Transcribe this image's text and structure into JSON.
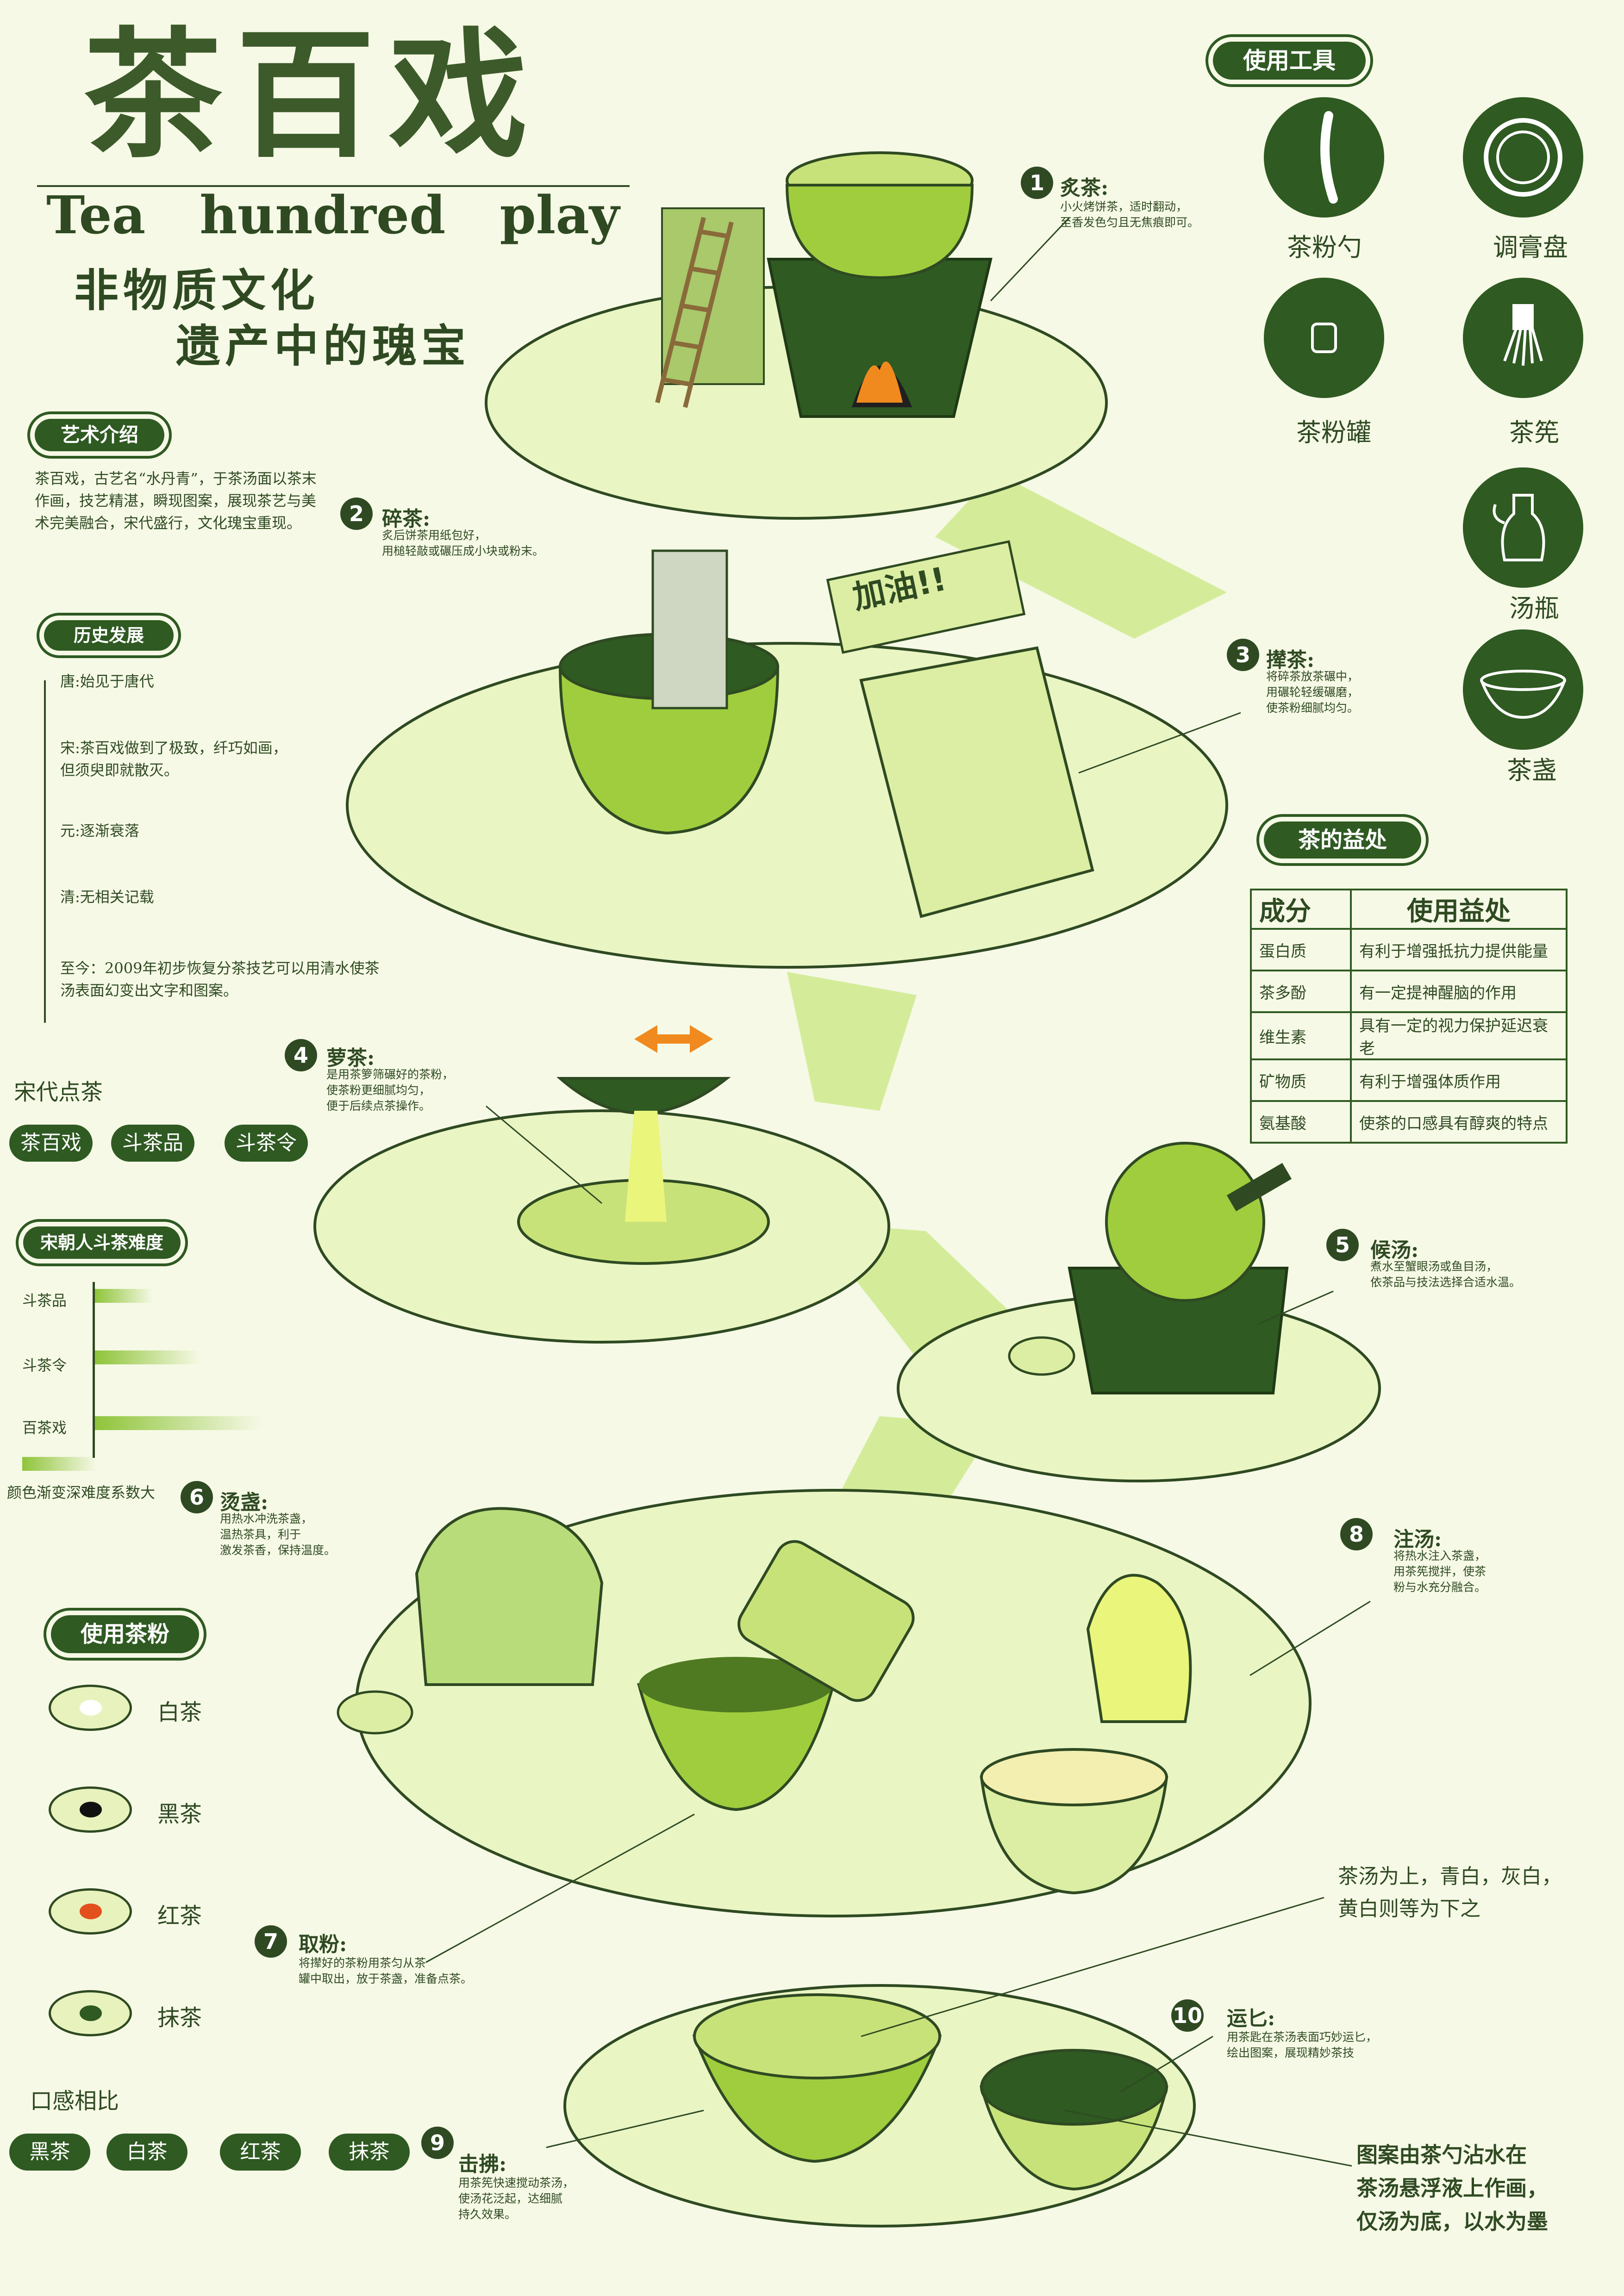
{
  "title": "茶百戏",
  "subtitle_en": "Tea   hundred   play",
  "tagline1": "非物质文化",
  "tagline2": "遗产中的瑰宝",
  "art_intro": {
    "label": "艺术介绍",
    "text": "茶百戏，古艺名“水丹青”，于茶汤面以茶末作画，技艺精湛，瞬现图案，展现茶艺与美术完美融合，宋代盛行，文化瑰宝重现。"
  },
  "history": {
    "label": "历史发展",
    "items": [
      "唐:始见于唐代",
      "宋:茶百戏做到了极致，纤巧如画，但须臾即就散灭。",
      "元:逐渐衰落",
      "清:无相关记载",
      "至今：2009年初步恢复分茶技艺可以用清水使茶汤表面幻变出文字和图案。"
    ]
  },
  "song_tea": {
    "label": "宋代点茶",
    "chips": [
      "茶百戏",
      "斗茶品",
      "斗茶令"
    ]
  },
  "difficulty": {
    "label": "宋朝人斗茶难度",
    "rows": [
      {
        "name": "斗茶品",
        "level": 0.33
      },
      {
        "name": "斗茶令",
        "level": 0.6
      },
      {
        "name": "百茶戏",
        "level": 0.95
      }
    ],
    "note": "颜色渐变深难度系数大"
  },
  "powder": {
    "label": "使用茶粉",
    "items": [
      {
        "name": "白茶",
        "color": "#ffffff"
      },
      {
        "name": "黑茶",
        "color": "#111111"
      },
      {
        "name": "红茶",
        "color": "#e2501e"
      },
      {
        "name": "抹茶",
        "color": "#2f5a22"
      }
    ]
  },
  "taste": {
    "label": "口感相比",
    "chips": [
      "黑茶",
      "白茶",
      "红茶",
      "抹茶"
    ]
  },
  "tools": {
    "label": "使用工具",
    "items": [
      "茶粉勺",
      "调膏盘",
      "茶粉罐",
      "茶筅",
      "汤瓶",
      "茶盏"
    ]
  },
  "benefits": {
    "label": "茶的益处",
    "head": [
      "成分",
      "使用益处"
    ],
    "rows": [
      [
        "蛋白质",
        "有利于增强抵抗力提供能量"
      ],
      [
        "茶多酚",
        "有一定提神醒脑的作用"
      ],
      [
        "维生素",
        "具有一定的视力保护延迟衰老"
      ],
      [
        "矿物质",
        "有利于增强体质作用"
      ],
      [
        "氨基酸",
        "使茶的口感具有醇爽的特点"
      ]
    ]
  },
  "steps": [
    {
      "n": "1",
      "title": "炙茶:",
      "desc": "小火烤饼茶，适时翻动，\n至香发色匀且无焦痕即可。"
    },
    {
      "n": "2",
      "title": "碎茶:",
      "desc": "炙后饼茶用纸包好，\n用槌轻敲或碾压成小块或粉末。"
    },
    {
      "n": "3",
      "title": "撵茶:",
      "desc": "将碎茶放茶碾中，\n用碾轮轻缓碾磨，\n使茶粉细腻均匀。"
    },
    {
      "n": "4",
      "title": "萝茶:",
      "desc": "是用茶箩筛碾好的茶粉，\n使茶粉更细腻均匀，\n便于后续点茶操作。"
    },
    {
      "n": "5",
      "title": "候汤:",
      "desc": "煮水至蟹眼汤或鱼目汤，\n依茶品与技法选择合适水温。"
    },
    {
      "n": "6",
      "title": "烫盏:",
      "desc": "用热水冲洗茶盏，\n温热茶具，利于\n激发茶香，保持温度。"
    },
    {
      "n": "7",
      "title": "取粉:",
      "desc": "将撵好的茶粉用茶匀从茶\n罐中取出，放于茶盏，准备点茶。"
    },
    {
      "n": "8",
      "title": "注汤:",
      "desc": "将热水注入茶盏，\n用茶筅搅拌，使茶\n粉与水充分融合。"
    },
    {
      "n": "9",
      "title": "击拂:",
      "desc": "用茶筅快速搅动茶汤，\n使汤花泛起，达细腻\n持久效果。"
    },
    {
      "n": "10",
      "title": "运匕:",
      "desc": "用茶匙在茶汤表面巧妙运匕，\n绘出图案，展现精妙茶技"
    }
  ],
  "banner": "加油!!",
  "note_soup": "茶汤为上，青白，灰白，\n黄白则等为下之",
  "note_pattern": "图案由茶勺沾水在\n茶汤悬浮液上作画，\n仅汤为底，以水为墨",
  "colors": {
    "dark": "#2f5a22",
    "light": "#dceea3",
    "mid": "#a9d15a",
    "bg": "#f6f9e6"
  }
}
